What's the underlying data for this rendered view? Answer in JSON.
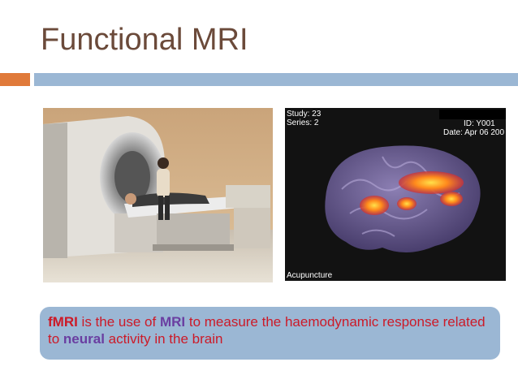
{
  "slide": {
    "title": "Functional MRI"
  },
  "scan": {
    "study": "Study: 23",
    "series": "Series: 2",
    "id": "ID: Y001",
    "date": "Date: Apr 06 200",
    "label": "Acupuncture"
  },
  "caption": {
    "term_fmri": "fMRI",
    "text_1": " is the use of ",
    "term_mri": "MRI",
    "text_2": " to measure the haemodynamic response related to ",
    "term_neural": "neural",
    "text_3": " activity in the brain"
  },
  "colors": {
    "title": "#6b4a3a",
    "accent_orange": "#e07a3a",
    "accent_blue": "#9bb7d4",
    "caption_red": "#cc1a28",
    "caption_purple": "#6a3ea1"
  }
}
